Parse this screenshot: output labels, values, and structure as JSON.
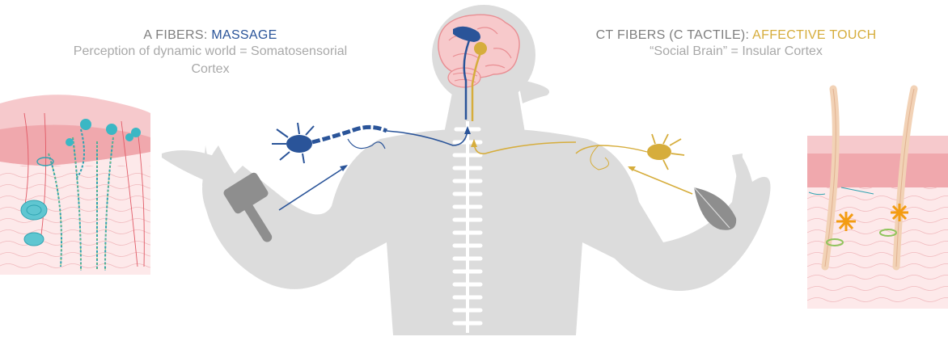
{
  "a_fibers": {
    "title_prefix": "A FIBERS: ",
    "title_accent": "MASSAGE",
    "subtitle_line1": "Perception of dynamic world = Somatosensorial",
    "subtitle_line2": "Cortex"
  },
  "ct_fibers": {
    "title_prefix": "CT FIBERS (C TACTILE): ",
    "title_accent": "AFFECTIVE TOUCH",
    "subtitle": "“Social Brain” = Insular Cortex"
  },
  "colors": {
    "a_fiber_blue": "#2a5499",
    "ct_fiber_gold": "#d6ad3c",
    "silhouette_grey": "#dcdcdc",
    "tool_grey": "#8e8e8e",
    "skin_pink": "#f6c9cc",
    "receptor_cyan": "#3bb7c4"
  },
  "icons": {
    "left_tool": "massage-hammer-icon",
    "right_tool": "feather-icon",
    "brain": "brain-icon"
  }
}
